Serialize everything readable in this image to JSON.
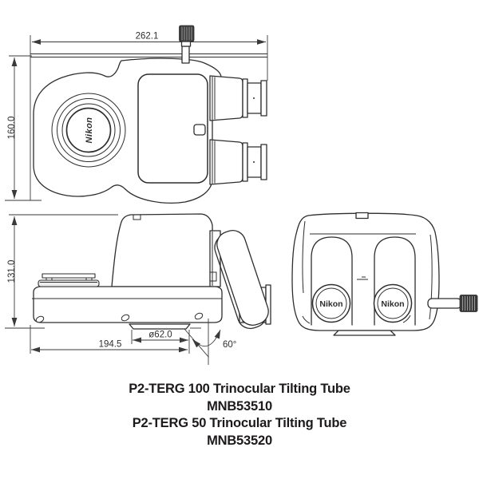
{
  "product": {
    "caption_line1": "P2-TERG 100 Trinocular Tilting Tube",
    "caption_line2": "MNB53510",
    "caption_line3": "P2-TERG 50 Trinocular Tilting Tube",
    "caption_line4": "MNB53520"
  },
  "dimensions": {
    "top_view_width_mm": "262.1",
    "top_view_depth_mm": "160.0",
    "side_view_height_mm": "131.0",
    "side_view_base_length_mm": "194.5",
    "mount_diameter_mm": "ø62.0",
    "tilt_angle": "60°"
  },
  "branding": {
    "port_logo": "Nikon",
    "left_eyepiece_logo": "Nikon",
    "right_eyepiece_logo": "Nikon"
  },
  "colors": {
    "line": "#2e2e2e",
    "dimension_line": "#3a3a3a",
    "caption_text": "#1d1a1b",
    "background": "#ffffff"
  }
}
